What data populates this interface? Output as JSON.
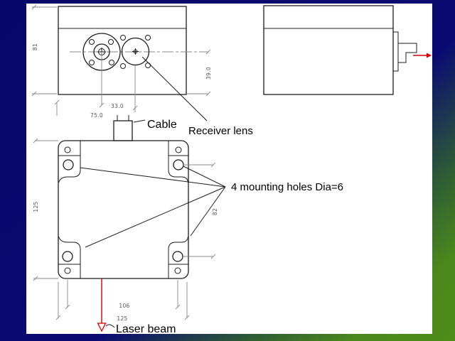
{
  "slide": {
    "background_top_left_color": "#0a0a72",
    "background_bottom_right_color": "#4c871c",
    "canvas_color": "#ffffff"
  },
  "drawing": {
    "outline_color": "#1c1c1c",
    "dimension_color": "#8a8a8a",
    "arrow_color": "#d40000"
  },
  "labels": {
    "cable": "Cable",
    "receiver_lens": "Receiver lens",
    "mounting_holes": "4 mounting holes Dia=6",
    "laser_beam": "Laser beam"
  },
  "dims": {
    "top_view_height": "81",
    "lens_center_from_bottom": "39.0",
    "flange_to_lens_spacing": "33.0",
    "lens_center_from_left": "75.0",
    "body_height": "125",
    "holes_vertical_spacing": "82",
    "holes_horizontal_spacing": "106",
    "body_width": "125"
  },
  "icons": {
    "laser_direction_icon": "red-arrow-right",
    "laser_beam_icon": "red-arrow-down"
  }
}
